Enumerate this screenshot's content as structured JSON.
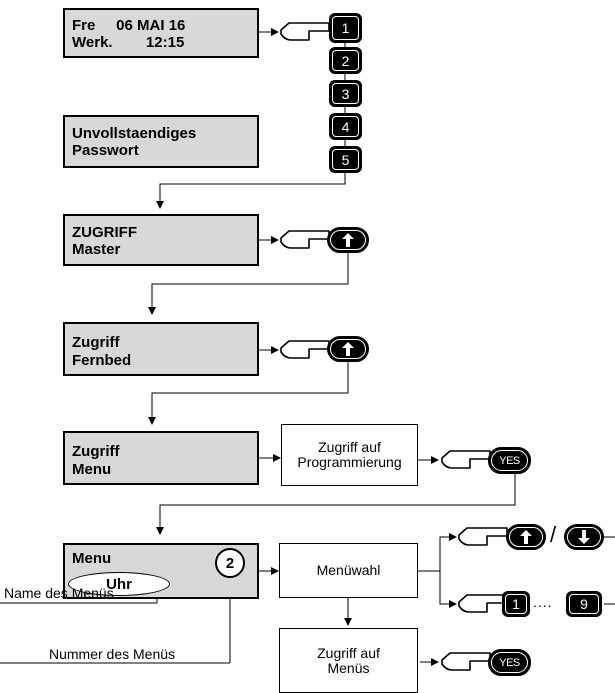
{
  "screens": {
    "start": {
      "line1": "Fre     06 MAI 16",
      "line2": "Werk.        12:15"
    },
    "incomplete": {
      "line1": "Unvollstaendiges",
      "line2": "Passwort"
    },
    "master": {
      "line1": "ZUGRIFF",
      "line2": "Master"
    },
    "remote": {
      "line1": "Zugriff",
      "line2": "Fernbed"
    },
    "menu_access": {
      "line1": "Zugriff",
      "line2": "Menu"
    },
    "menu": {
      "line1": "Menu",
      "menu_name": "Uhr",
      "menu_number": "2"
    }
  },
  "code_keys": [
    "1",
    "2",
    "3",
    "4",
    "5"
  ],
  "boxes": {
    "programming": "Zugriff auf Programmierung",
    "menu_select": "Menüwahl",
    "menus_access": "Zugriff auf Menüs"
  },
  "keys": {
    "yes": "YES",
    "num_first": "1",
    "num_last": "9",
    "separator": "/",
    "ellipsis": "....",
    "up_icon": "arrow-up-icon",
    "down_icon": "arrow-down-icon"
  },
  "annotations": {
    "menu_name": "Name des Menüs",
    "menu_number": "Nummer des Menüs"
  }
}
